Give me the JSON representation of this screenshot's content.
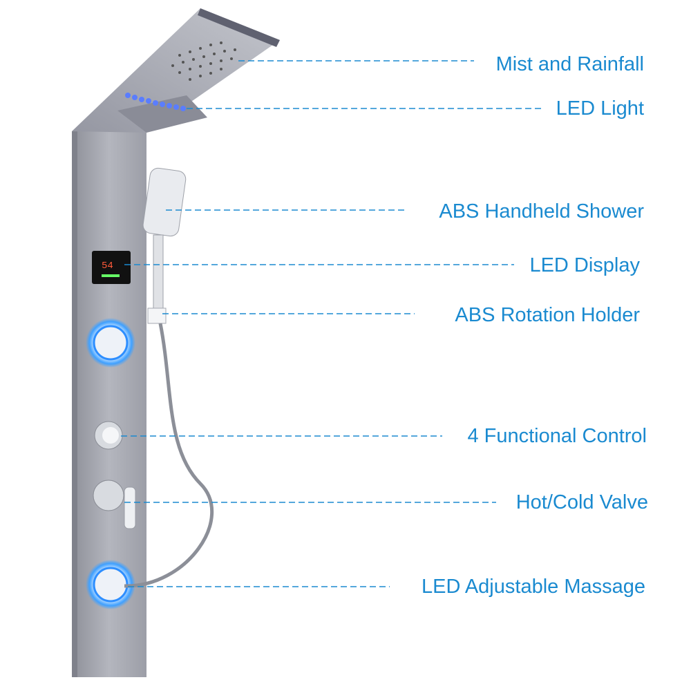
{
  "labels": {
    "mist_rainfall": "Mist and Rainfall",
    "led_light": "LED Light",
    "handheld_shower": "ABS Handheld Shower",
    "led_display": "LED Display",
    "rotation_holder": "ABS Rotation Holder",
    "functional_control": "4 Functional Control",
    "hot_cold_valve": "Hot/Cold Valve",
    "massage": "LED Adjustable Massage"
  },
  "display": {
    "temperature": "54"
  },
  "colors": {
    "callout": "#1a8ad0",
    "led": "#3a6cff",
    "steel": "#9a9ca6"
  }
}
